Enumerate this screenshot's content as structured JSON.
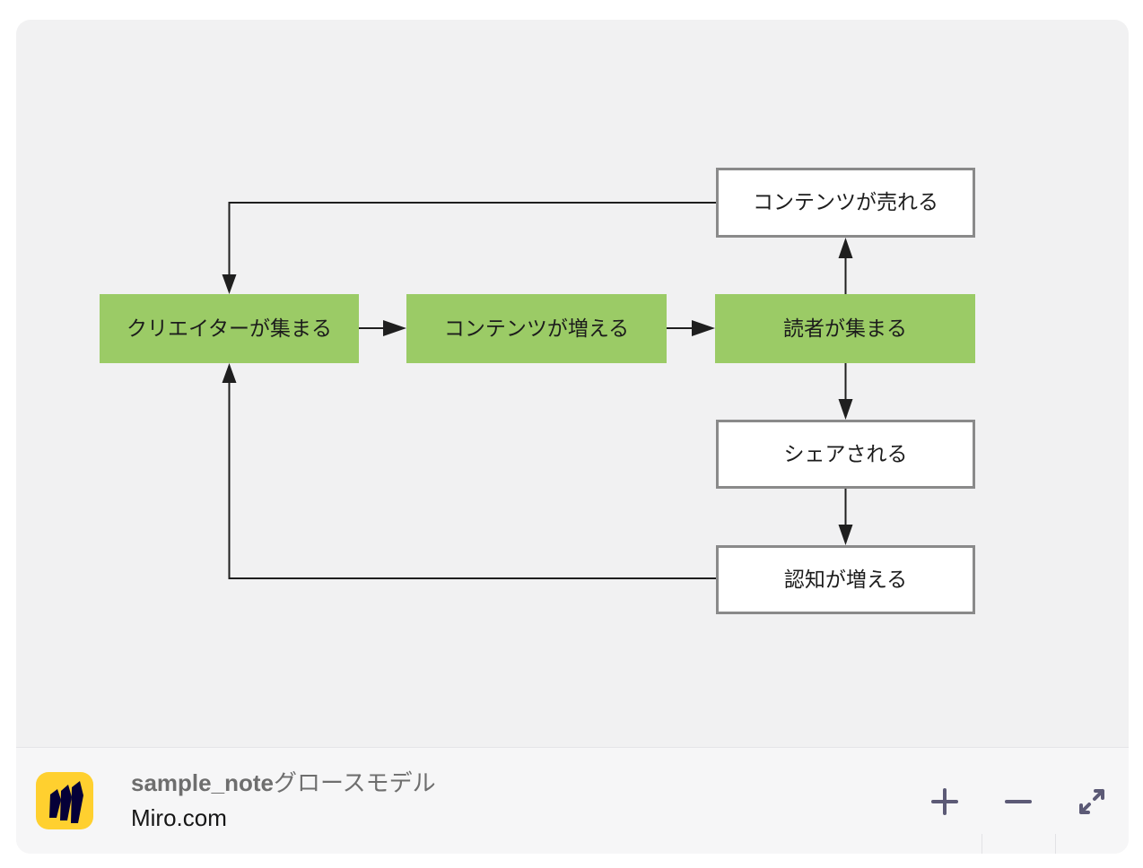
{
  "colors": {
    "page_bg": "#ffffff",
    "card_bg": "#f1f1f2",
    "footer_bg": "#f6f6f7",
    "footer_border": "#e5e5e8",
    "green_fill": "#9bcb66",
    "white_fill": "#ffffff",
    "white_border": "#8a8a8a",
    "arrow": "#1f1f1f",
    "node_text": "#1c1c1c",
    "title_text": "#6e6e6e",
    "source_text": "#161616",
    "control_icon": "#5c5a76",
    "logo_bg": "#ffd02f",
    "logo_mark": "#050038",
    "divider": "#e2e2e5"
  },
  "diagram": {
    "nodes": [
      {
        "id": "creators-gather",
        "label": "クリエイターが集まる",
        "style": "green"
      },
      {
        "id": "content-increases",
        "label": "コンテンツが増える",
        "style": "green"
      },
      {
        "id": "readers-gather",
        "label": "読者が集まる",
        "style": "green"
      },
      {
        "id": "content-sells",
        "label": "コンテンツが売れる",
        "style": "white"
      },
      {
        "id": "gets-shared",
        "label": "シェアされる",
        "style": "white"
      },
      {
        "id": "awareness-increases",
        "label": "認知が増える",
        "style": "white"
      }
    ],
    "edges": [
      {
        "from": "creators-gather",
        "to": "content-increases"
      },
      {
        "from": "content-increases",
        "to": "readers-gather"
      },
      {
        "from": "readers-gather",
        "to": "content-sells"
      },
      {
        "from": "readers-gather",
        "to": "gets-shared"
      },
      {
        "from": "gets-shared",
        "to": "awareness-increases"
      },
      {
        "from": "content-sells",
        "to": "creators-gather"
      },
      {
        "from": "awareness-increases",
        "to": "creators-gather"
      }
    ]
  },
  "footer": {
    "board_title_latin": "sample_note",
    "board_title_jp": "グロースモデル",
    "source": "Miro.com",
    "controls": [
      {
        "id": "zoom-in",
        "label": "Zoom in"
      },
      {
        "id": "zoom-out",
        "label": "Zoom out"
      },
      {
        "id": "fullscreen",
        "label": "Fullscreen"
      }
    ]
  }
}
